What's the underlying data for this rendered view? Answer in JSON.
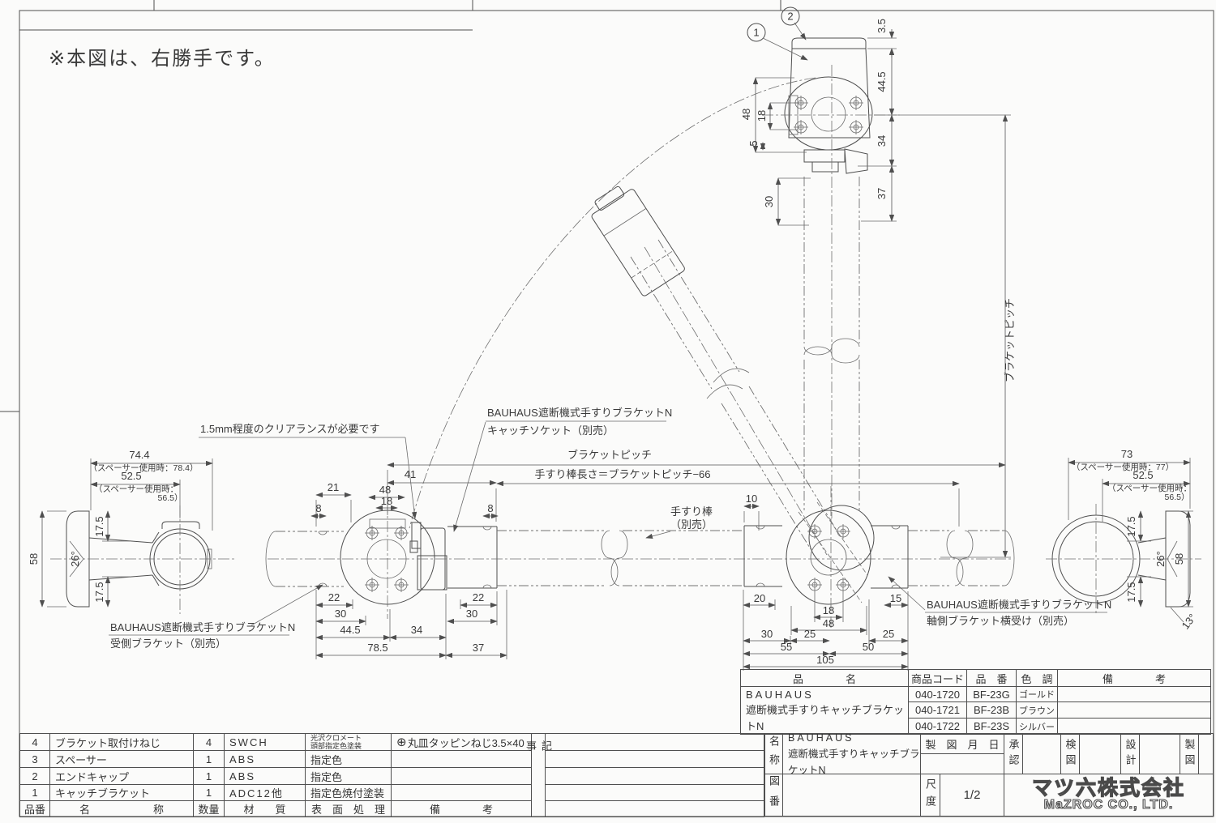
{
  "note": "※本図は、右勝手です。",
  "balloons": {
    "b1": "1",
    "b2": "2"
  },
  "labels": {
    "clearance": "1.5mm程度のクリアランスが必要です",
    "catch_socket_line1": "BAUHAUS遮断機式手すりブラケットN",
    "catch_socket_line2": "キャッチソケット（別売）",
    "pitch": "ブラケットピッチ",
    "rail_length": "手すり棒長さ＝ブラケットピッチ−66",
    "handrail_line1": "手すり棒",
    "handrail_line2": "（別売）",
    "receiver_line1": "BAUHAUS遮断機式手すりブラケットN",
    "receiver_line2": "受側ブラケット（別売）",
    "axle_line1": "BAUHAUS遮断機式手すりブラケットN",
    "axle_line2": "軸側ブラケット横受け（別売）",
    "pitch_vertical": "ブラケットピッチ"
  },
  "dims": {
    "top_view": {
      "cap": "3.5",
      "body": "44.5",
      "lower": "34",
      "pipe": "37",
      "pitch48": "48",
      "pitch18": "18",
      "gap5": "5",
      "depth30": "30"
    },
    "left_side": {
      "total": "74.4",
      "total_spacer": "（スペーサー使用時：78.4）",
      "sub": "52.5",
      "sub_spacer1": "（スペーサー使用時：",
      "sub_spacer2": "56.5）",
      "top17": "17.5",
      "bottom17": "17.5",
      "height": "58",
      "angle": "26°"
    },
    "left_front": {
      "d41": "41",
      "d21": "21",
      "d48": "48",
      "d18": "18",
      "d8l": "8",
      "d8r": "8",
      "d22l": "22",
      "d30l": "30",
      "d44_5": "44.5",
      "d78_5": "78.5",
      "d34": "34",
      "d37": "37",
      "d22r": "22",
      "d30r": "30"
    },
    "right_front": {
      "d10": "10",
      "d20": "20",
      "d15": "15",
      "d18": "18",
      "d48": "48",
      "d30": "30",
      "d25l": "25",
      "d25r": "25",
      "d55": "55",
      "d50": "50",
      "d105": "105"
    },
    "right_side": {
      "total": "73",
      "total_spacer": "（スペーサー使用時：77）",
      "sub": "52.5",
      "sub_spacer1": "（スペーサー使用時：",
      "sub_spacer2": "56.5）",
      "top17": "17.5",
      "bottom17": "17.5",
      "height": "58",
      "angle": "26°",
      "tilt": "13°"
    }
  },
  "parts_table": {
    "headers": {
      "no": "品番",
      "name": "名　　　　　　称",
      "qty": "数量",
      "material": "材　　質",
      "finish": "表　面　処　理",
      "remarks": "備　　　　考"
    },
    "rows": [
      {
        "no": "4",
        "name": "ブラケット取付けねじ",
        "qty": "4",
        "material": "SWCH",
        "finish1": "光沢クロメート",
        "finish2": "頭部指定色塗装",
        "remark_icon": "⊕",
        "remark_text": "丸皿タッピンねじ3.5×40"
      },
      {
        "no": "3",
        "name": "スペーサー",
        "qty": "1",
        "material": "ABS",
        "finish1": "指定色",
        "finish2": "",
        "remark_icon": "",
        "remark_text": ""
      },
      {
        "no": "2",
        "name": "エンドキャップ",
        "qty": "1",
        "material": "ABS",
        "finish1": "指定色",
        "finish2": "",
        "remark_icon": "",
        "remark_text": ""
      },
      {
        "no": "1",
        "name": "キャッチブラケット",
        "qty": "1",
        "material": "ADC12他",
        "finish1": "指定色焼付塗装",
        "finish2": "",
        "remark_icon": "",
        "remark_text": ""
      }
    ],
    "notes_label": "記事"
  },
  "product_table": {
    "headers": {
      "name": "品　　　　名",
      "code": "商品コード",
      "number": "品　番",
      "color": "色　調",
      "remarks": "備　　　　考"
    },
    "product_name_line1": "BAUHAUS",
    "product_name_line2": "遮断機式手すりキャッチブラケットN",
    "rows": [
      {
        "code": "040-1720",
        "number": "BF-23G",
        "color": "ゴールド",
        "remarks": ""
      },
      {
        "code": "040-1721",
        "number": "BF-23B",
        "color": "ブラウン",
        "remarks": ""
      },
      {
        "code": "040-1722",
        "number": "BF-23S",
        "color": "シルバー",
        "remarks": ""
      }
    ]
  },
  "title_block": {
    "name_label": "名称",
    "name_value_line1": "BAUHAUS",
    "name_value_line2": "遮断機式手すりキャッチブラケットN",
    "drawing_no_label": "図番",
    "date_label": "製　図　月　日",
    "approval_label": "承認",
    "check_label": "検図",
    "design_label": "設計",
    "draft_label": "製図",
    "scale_label": "尺度",
    "scale_value": "1/2",
    "company_jp": "マツ六株式会社",
    "company_en": "MaZROC CO., LTD."
  }
}
